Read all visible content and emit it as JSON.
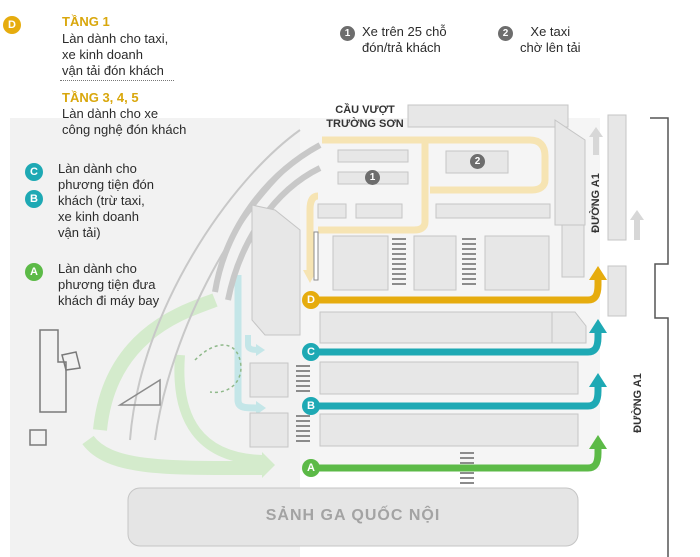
{
  "legend": {
    "d": {
      "letter": "D",
      "heading": "TẦNG 1",
      "lines": [
        "Làn dành cho taxi,",
        "xe kinh doanh",
        "vận tải đón khách"
      ]
    },
    "floors": {
      "heading": "TẦNG 3, 4, 5",
      "lines": [
        "Làn dành cho xe",
        "công nghệ đón khách"
      ]
    },
    "c": {
      "letter": "C",
      "lines": [
        "Làn dành cho",
        "phương tiện đón",
        "khách (trừ taxi,",
        "xe kinh doanh",
        "vận tải)"
      ]
    },
    "b": {
      "letter": "B"
    },
    "a": {
      "letter": "A",
      "lines": [
        "Làn dành cho",
        "phương tiện đưa",
        "khách đi máy bay"
      ]
    }
  },
  "markers": {
    "one": {
      "num": "1",
      "lines": [
        "Xe trên 25 chỗ",
        "đón/trả khách"
      ]
    },
    "two": {
      "num": "2",
      "lines": [
        "Xe taxi",
        "chờ lên tải"
      ]
    }
  },
  "map": {
    "overpass": [
      "CẦU VƯỢT",
      "TRƯỜNG SƠN"
    ],
    "road_a1_top": "ĐƯỜNG A1",
    "road_a1_bottom": "ĐƯỜNG A1",
    "terminal": "SẢNH GA QUỐC NỘI",
    "lane_labels": [
      "D",
      "C",
      "B",
      "A"
    ]
  },
  "colors": {
    "lane_d": "#e6ac0e",
    "lane_c": "#1ea9b4",
    "lane_b": "#1ea9b4",
    "lane_a": "#5cba47",
    "pale_yellow": "#f6e4b3",
    "pale_teal": "#c4e6e8",
    "pale_green": "#d4ebcc",
    "block": "#e7e7e7",
    "marker": "#6d6d6d"
  }
}
